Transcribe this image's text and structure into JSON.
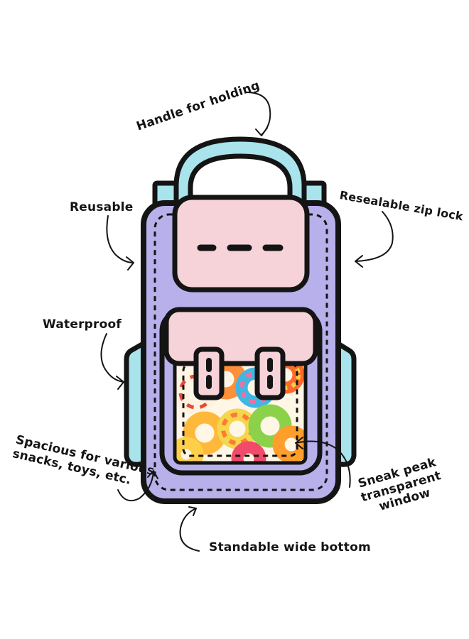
{
  "colors": {
    "outline": "#141414",
    "body": "#b7b0ea",
    "handle": "#a9e3ec",
    "side_pockets": "#a9e3ec",
    "flap": "#f6d3d8",
    "window": "#fff6e6",
    "text": "#141414"
  },
  "labels": {
    "handle": "Handle for holding",
    "zip": "Resealable zip lock",
    "reusable": "Reusable",
    "waterproof": "Waterproof",
    "spacious": "Spacious for various\nsnacks, toys, etc.",
    "window": "Sneak peak\ntransparent window",
    "bottom": "Standable wide bottom"
  },
  "icons": {
    "window_contents": "gummy-candy-rings",
    "arrows": "hand-drawn-curved-arrow"
  }
}
